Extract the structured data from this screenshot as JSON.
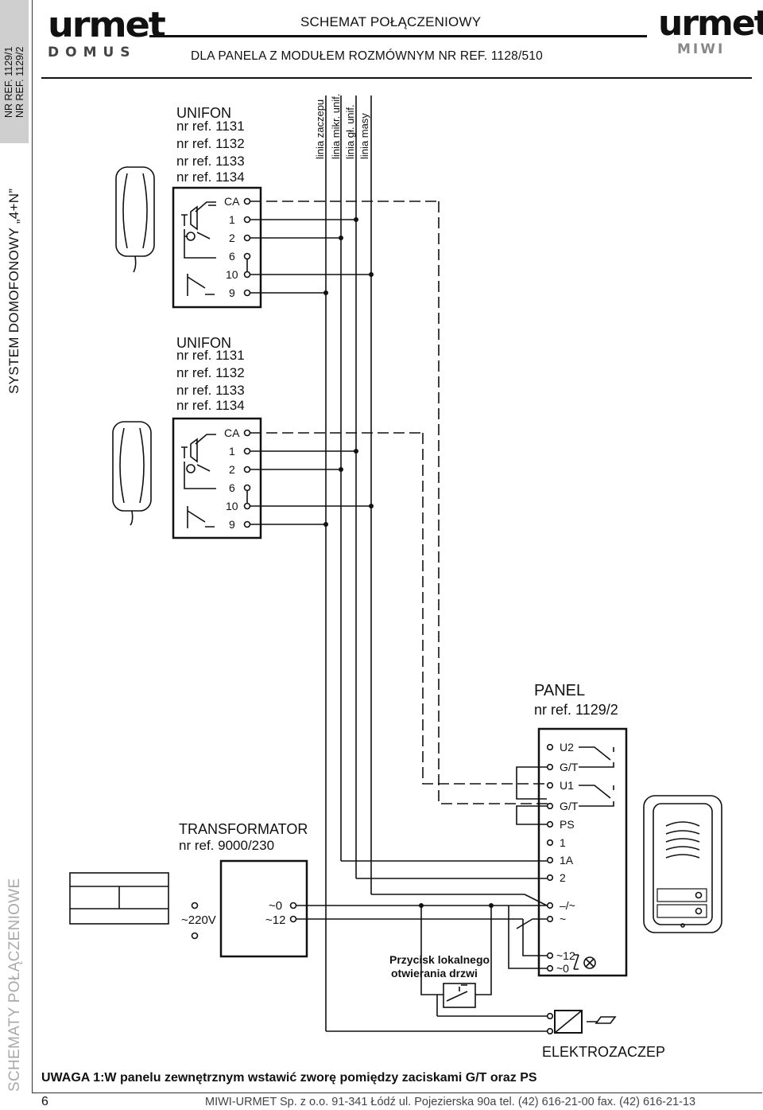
{
  "header": {
    "title": "SCHEMAT POŁĄCZENIOWY",
    "subtitle": "DLA PANELA Z MODUŁEM ROZMÓWNYM NR REF. 1128/510",
    "logo_left_text": "urmet",
    "logo_left_sub": "DOMUS",
    "logo_right_text": "urmet",
    "logo_right_sub": "MIWI"
  },
  "sidebar": {
    "refs": [
      "NR REF. 1129/1",
      "NR REF. 1129/2"
    ],
    "system": "SYSTEM DOMOFONOWY „4+N”",
    "section": "SCHEMATY POŁĄCZENIOWE"
  },
  "lines": [
    "linia zaczepu",
    "linia mikr. unif.",
    "linia gł. unif.",
    "linia masy"
  ],
  "unifon": {
    "title": "UNIFON",
    "refs": [
      "nr ref. 1131",
      "nr ref. 1132",
      "nr ref. 1133",
      "nr ref. 1134"
    ],
    "terminals": [
      "CA",
      "1",
      "2",
      "6",
      "10",
      "9"
    ]
  },
  "panel": {
    "title": "PANEL",
    "ref": "nr ref. 1129/2",
    "terminals": [
      "U2",
      "G/T",
      "U1",
      "G/T",
      "PS",
      "1",
      "1A",
      "2",
      "–/~",
      "~",
      "~12",
      "~0"
    ]
  },
  "transformer": {
    "title": "TRANSFORMATOR",
    "ref": "nr ref. 9000/230",
    "input": "~220V",
    "out0": "~0",
    "out12": "~12"
  },
  "button_label": [
    "Przycisk lokalnego",
    "otwierania drzwi"
  ],
  "lock_label": "ELEKTROZACZEP",
  "note": "UWAGA 1:W panelu zewnętrznym wstawić zworę pomiędzy zaciskami G/T oraz PS",
  "page_number": "6",
  "footer": "MIWI-URMET Sp. z o.o.  91-341 Łódź ul. Pojezierska 90a  tel. (42) 616-21-00  fax. (42) 616-21-13"
}
